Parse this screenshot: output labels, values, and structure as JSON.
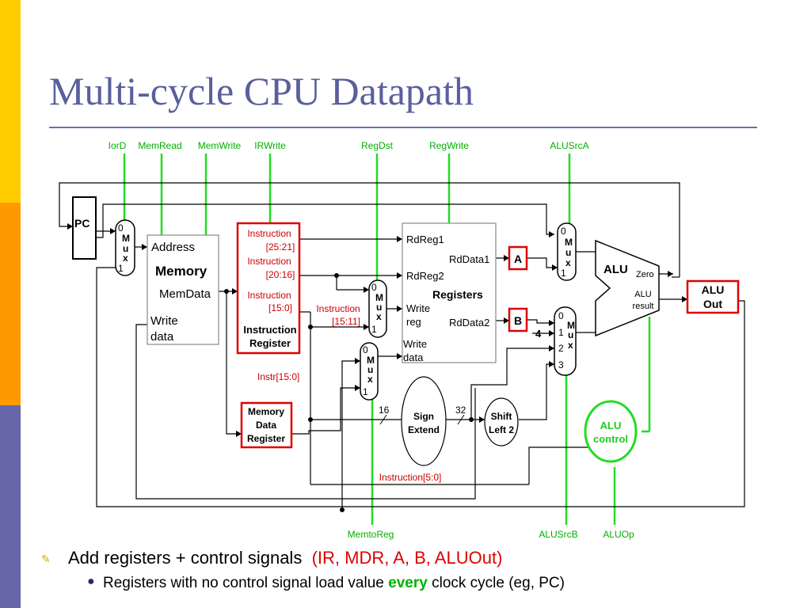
{
  "slide": {
    "title": "Multi-cycle CPU Datapath",
    "sidebar_colors": [
      "#ffcc00",
      "#ff9900",
      "#6666aa"
    ]
  },
  "signals": {
    "iord": "IorD",
    "memread": "MemRead",
    "memwrite": "MemWrite",
    "irwrite": "IRWrite",
    "regdst": "RegDst",
    "regwrite": "RegWrite",
    "alusrca": "ALUSrcA",
    "memtoreg": "MemtoReg",
    "alusrcb": "ALUSrcB",
    "aluop": "ALUOp"
  },
  "blocks": {
    "pc": "PC",
    "memory": {
      "address": "Address",
      "title": "Memory",
      "memdata": "MemData",
      "write": "Write",
      "data": "data"
    },
    "ir": {
      "i1": "Instruction",
      "r1": "[25:21]",
      "i2": "Instruction",
      "r2": "[20:16]",
      "i3": "Instruction",
      "r3": "[15:0]",
      "name1": "Instruction",
      "name2": "Register"
    },
    "mdr": {
      "l1": "Memory",
      "l2": "Data",
      "l3": "Register"
    },
    "registers": {
      "rdreg1": "RdReg1",
      "rdreg2": "RdReg2",
      "rddata1": "RdData1",
      "rddata2": "RdData2",
      "title": "Registers",
      "writereg1": "Write",
      "writereg2": "reg",
      "writedata1": "Write",
      "writedata2": "data"
    },
    "reg_a": "A",
    "reg_b": "B",
    "alu": {
      "name": "ALU",
      "zero": "Zero",
      "result1": "ALU",
      "result2": "result"
    },
    "aluout": {
      "l1": "ALU",
      "l2": "Out"
    },
    "sign_extend": {
      "l1": "Sign",
      "l2": "Extend"
    },
    "shift_left": {
      "l1": "Shift",
      "l2": "Left 2"
    },
    "alu_control": {
      "l1": "ALU",
      "l2": "control"
    },
    "mux": {
      "m": "M",
      "u": "u",
      "x": "x",
      "zero": "0",
      "one": "1",
      "two": "2",
      "three": "3"
    }
  },
  "labels": {
    "instr_15_11_a": "Instruction",
    "instr_15_11_b": "[15:11]",
    "instr_15_0": "Instr[15:0]",
    "bits16": "16",
    "bits32": "32",
    "four": "4",
    "instr_5_0": "Instruction[5:0]"
  },
  "bullets": {
    "b1_text": "Add registers + control signals",
    "b1_red": "(IR, MDR, A, B, ALUOut)",
    "b2_pre": "Registers with no control signal load value",
    "b2_em": "every",
    "b2_post": "clock cycle (eg, PC)"
  }
}
